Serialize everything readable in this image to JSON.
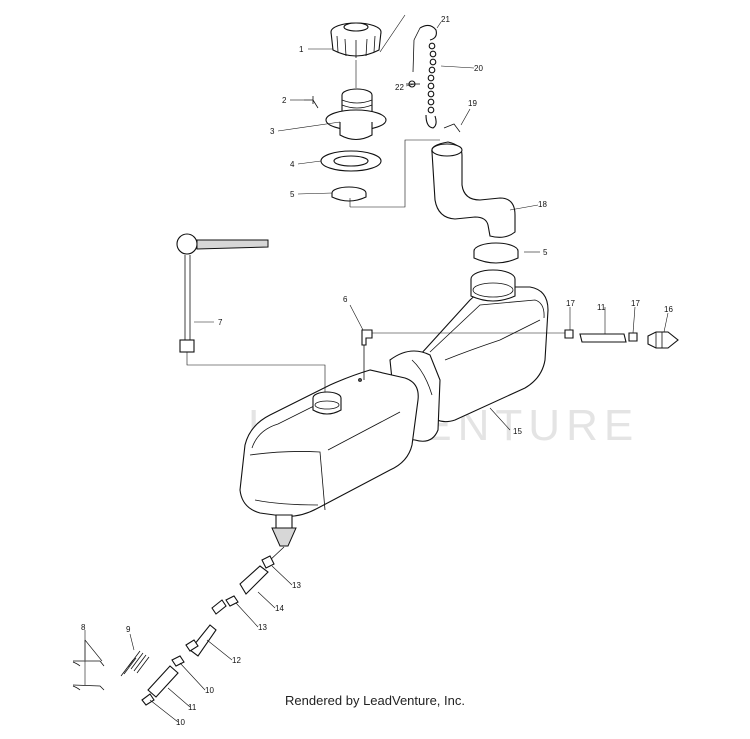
{
  "callouts": {
    "c1": "1",
    "c2": "2",
    "c3": "3",
    "c4": "4",
    "c5a": "5",
    "c5b": "5",
    "c6": "6",
    "c7": "7",
    "c8": "8",
    "c9": "9",
    "c10a": "10",
    "c10b": "10",
    "c11a": "11",
    "c11b": "11",
    "c12": "12",
    "c13a": "13",
    "c13b": "13",
    "c14": "14",
    "c15": "15",
    "c16": "16",
    "c17a": "17",
    "c17b": "17",
    "c18": "18",
    "c19": "19",
    "c20": "20",
    "c21": "21",
    "c22": "22"
  },
  "watermark": "LEADVENTURE",
  "footer": "Rendered by LeadVenture, Inc."
}
